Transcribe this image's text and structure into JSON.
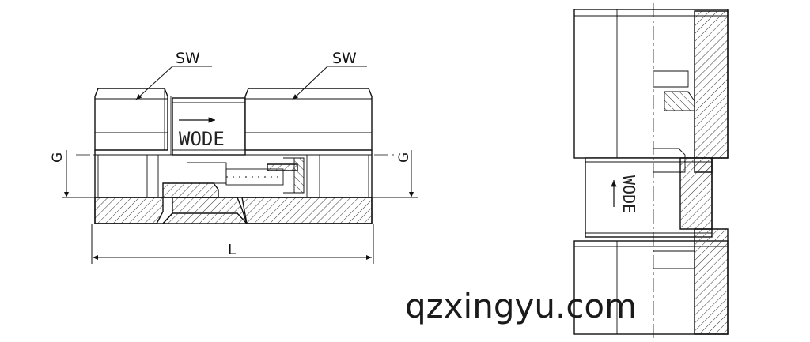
{
  "labels": {
    "sw_left": "SW",
    "sw_right": "SW",
    "g_left": "G",
    "g_right": "G",
    "length": "L",
    "brand_side": "WODE",
    "brand_end": "WODE"
  },
  "watermark": "qzxingyu.com"
}
